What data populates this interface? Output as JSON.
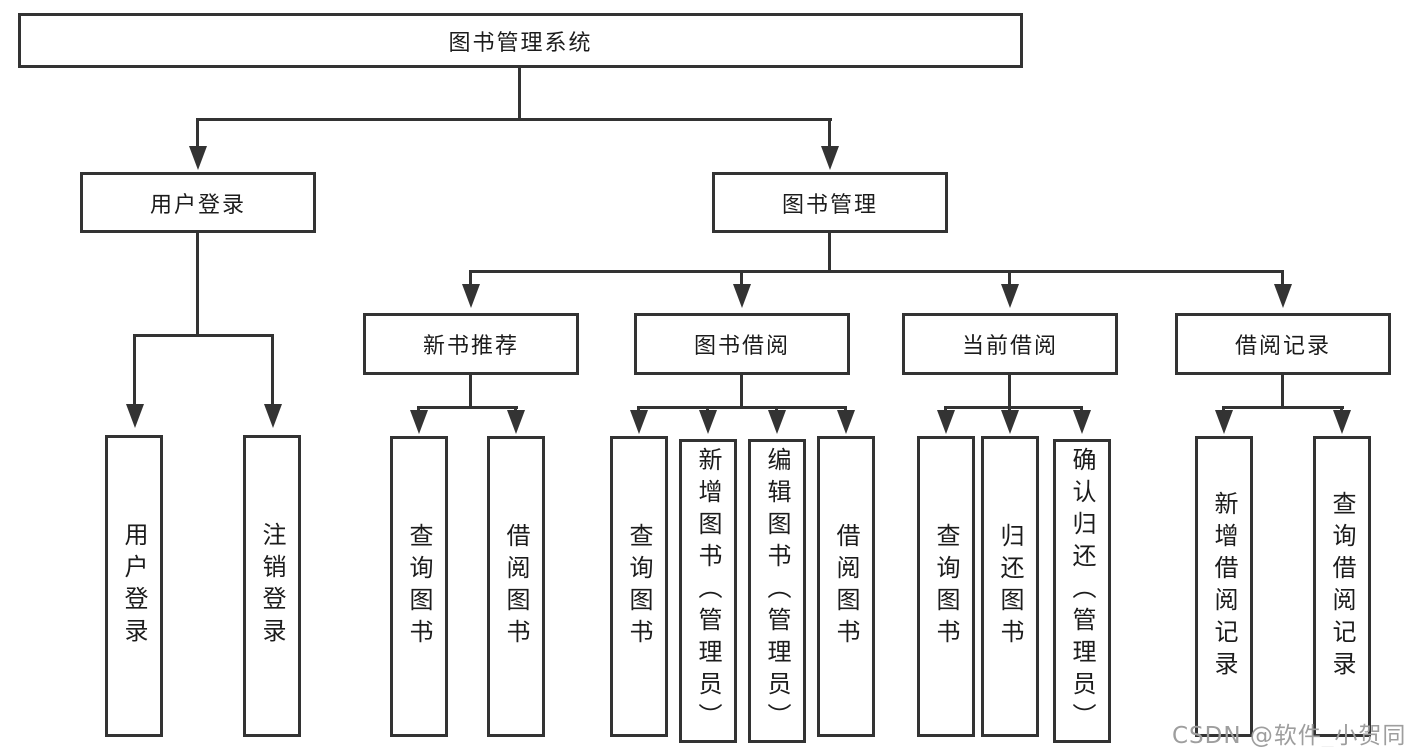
{
  "diagram": {
    "root": {
      "label": "图书管理系统"
    },
    "user_login": {
      "label": "用户登录",
      "children": [
        {
          "label": "用户登录"
        },
        {
          "label": "注销登录"
        }
      ]
    },
    "book_management": {
      "label": "图书管理",
      "sections": [
        {
          "label": "新书推荐",
          "children": [
            {
              "label": "查询图书"
            },
            {
              "label": "借阅图书"
            }
          ]
        },
        {
          "label": "图书借阅",
          "children": [
            {
              "label": "查询图书"
            },
            {
              "label": "新增图书（管理员）"
            },
            {
              "label": "编辑图书（管理员）"
            },
            {
              "label": "借阅图书"
            }
          ]
        },
        {
          "label": "当前借阅",
          "children": [
            {
              "label": "查询图书"
            },
            {
              "label": "归还图书"
            },
            {
              "label": "确认归还（管理员）"
            }
          ]
        },
        {
          "label": "借阅记录",
          "children": [
            {
              "label": "新增借阅记录"
            },
            {
              "label": "查询借阅记录"
            }
          ]
        }
      ]
    }
  },
  "watermark": {
    "text": "CSDN @软件_小贺同学"
  },
  "colors": {
    "line": "#333333",
    "border": "#333333",
    "text": "#1c1c1c",
    "watermark": "#9e9e9e",
    "background": "#ffffff"
  }
}
